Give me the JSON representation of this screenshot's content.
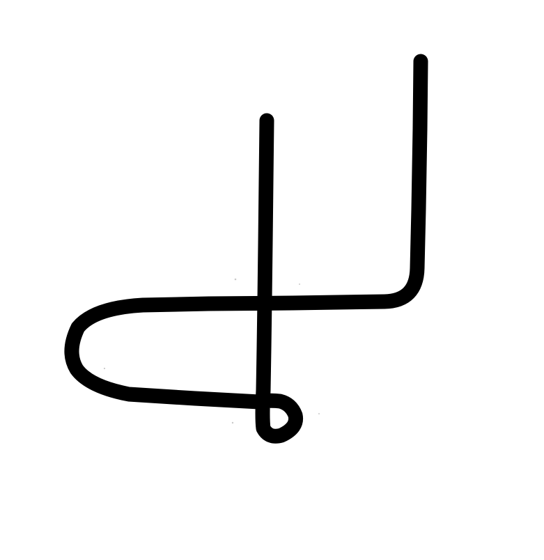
{
  "drawing": {
    "ink_color": "#000000",
    "background_color": "#ffffff",
    "style": "hand-drawn marker glyph",
    "parts": [
      "right-stem",
      "left-stem",
      "crossbar-loop",
      "bottom-curl"
    ]
  }
}
